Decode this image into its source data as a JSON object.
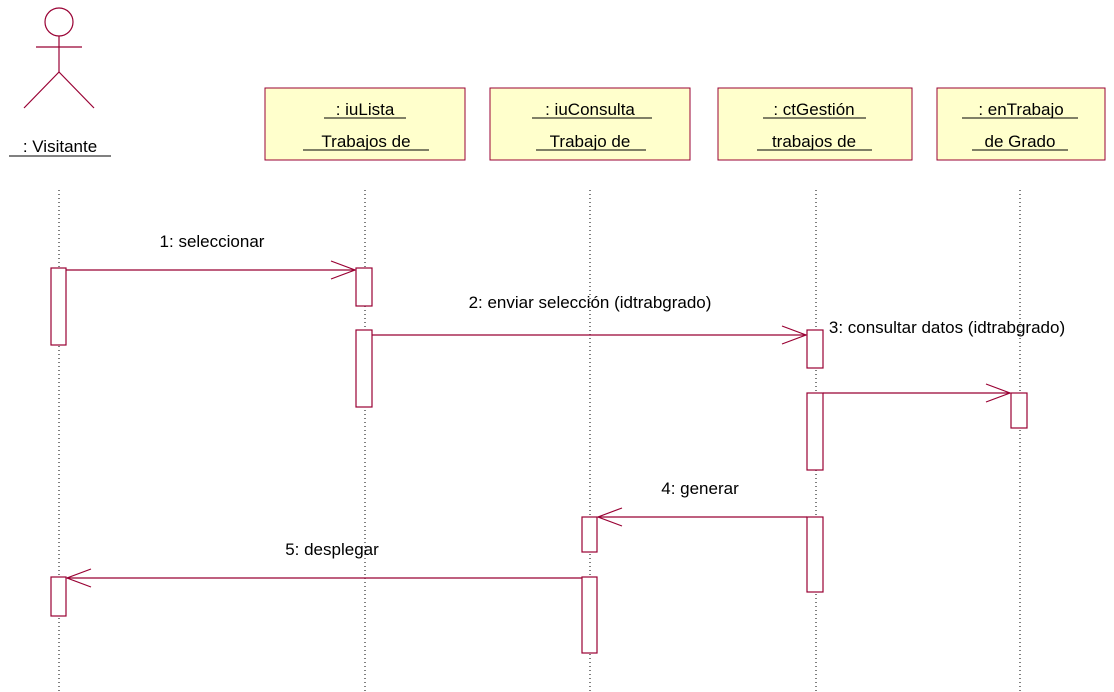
{
  "actor": {
    "name": ": Visitante"
  },
  "objects": [
    {
      "id": "iulista",
      "line1": ": iuLista",
      "line2": "Trabajos de"
    },
    {
      "id": "iuconsulta",
      "line1": ": iuConsulta",
      "line2": "Trabajo de"
    },
    {
      "id": "ctgestion",
      "line1": ": ctGestión",
      "line2": "trabajos de"
    },
    {
      "id": "entrabajo",
      "line1": ": enTrabajo",
      "line2": "de Grado"
    }
  ],
  "messages": [
    {
      "label": "1: seleccionar"
    },
    {
      "label": "2: enviar selección (idtrabgrado)"
    },
    {
      "label": "3: consultar datos (idtrabgrado)"
    },
    {
      "label": "4: generar"
    },
    {
      "label": "5: desplegar"
    }
  ],
  "colors": {
    "outline": "#990033",
    "object_fill": "#ffffcc",
    "text": "#000000"
  }
}
